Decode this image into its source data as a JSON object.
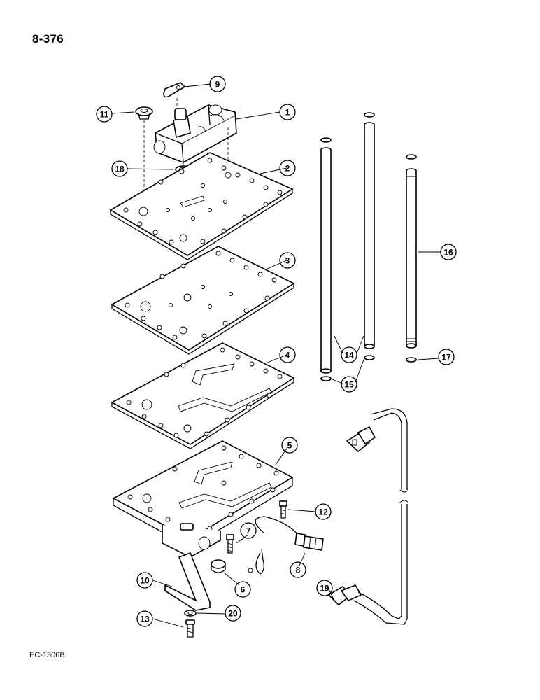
{
  "page": {
    "number": "8-376",
    "figure_code": "EC-1306B"
  },
  "callouts": [
    {
      "id": "1",
      "label": "1"
    },
    {
      "id": "2",
      "label": "2"
    },
    {
      "id": "3",
      "label": "3"
    },
    {
      "id": "4",
      "label": "4"
    },
    {
      "id": "5",
      "label": "5"
    },
    {
      "id": "6",
      "label": "6"
    },
    {
      "id": "7",
      "label": "7"
    },
    {
      "id": "8",
      "label": "8"
    },
    {
      "id": "9",
      "label": "9"
    },
    {
      "id": "10",
      "label": "10"
    },
    {
      "id": "11",
      "label": "11"
    },
    {
      "id": "12",
      "label": "12"
    },
    {
      "id": "13",
      "label": "13"
    },
    {
      "id": "14",
      "label": "14"
    },
    {
      "id": "15",
      "label": "15"
    },
    {
      "id": "16",
      "label": "16"
    },
    {
      "id": "17",
      "label": "17"
    },
    {
      "id": "18",
      "label": "18"
    },
    {
      "id": "19",
      "label": "19"
    },
    {
      "id": "20",
      "label": "20"
    }
  ]
}
